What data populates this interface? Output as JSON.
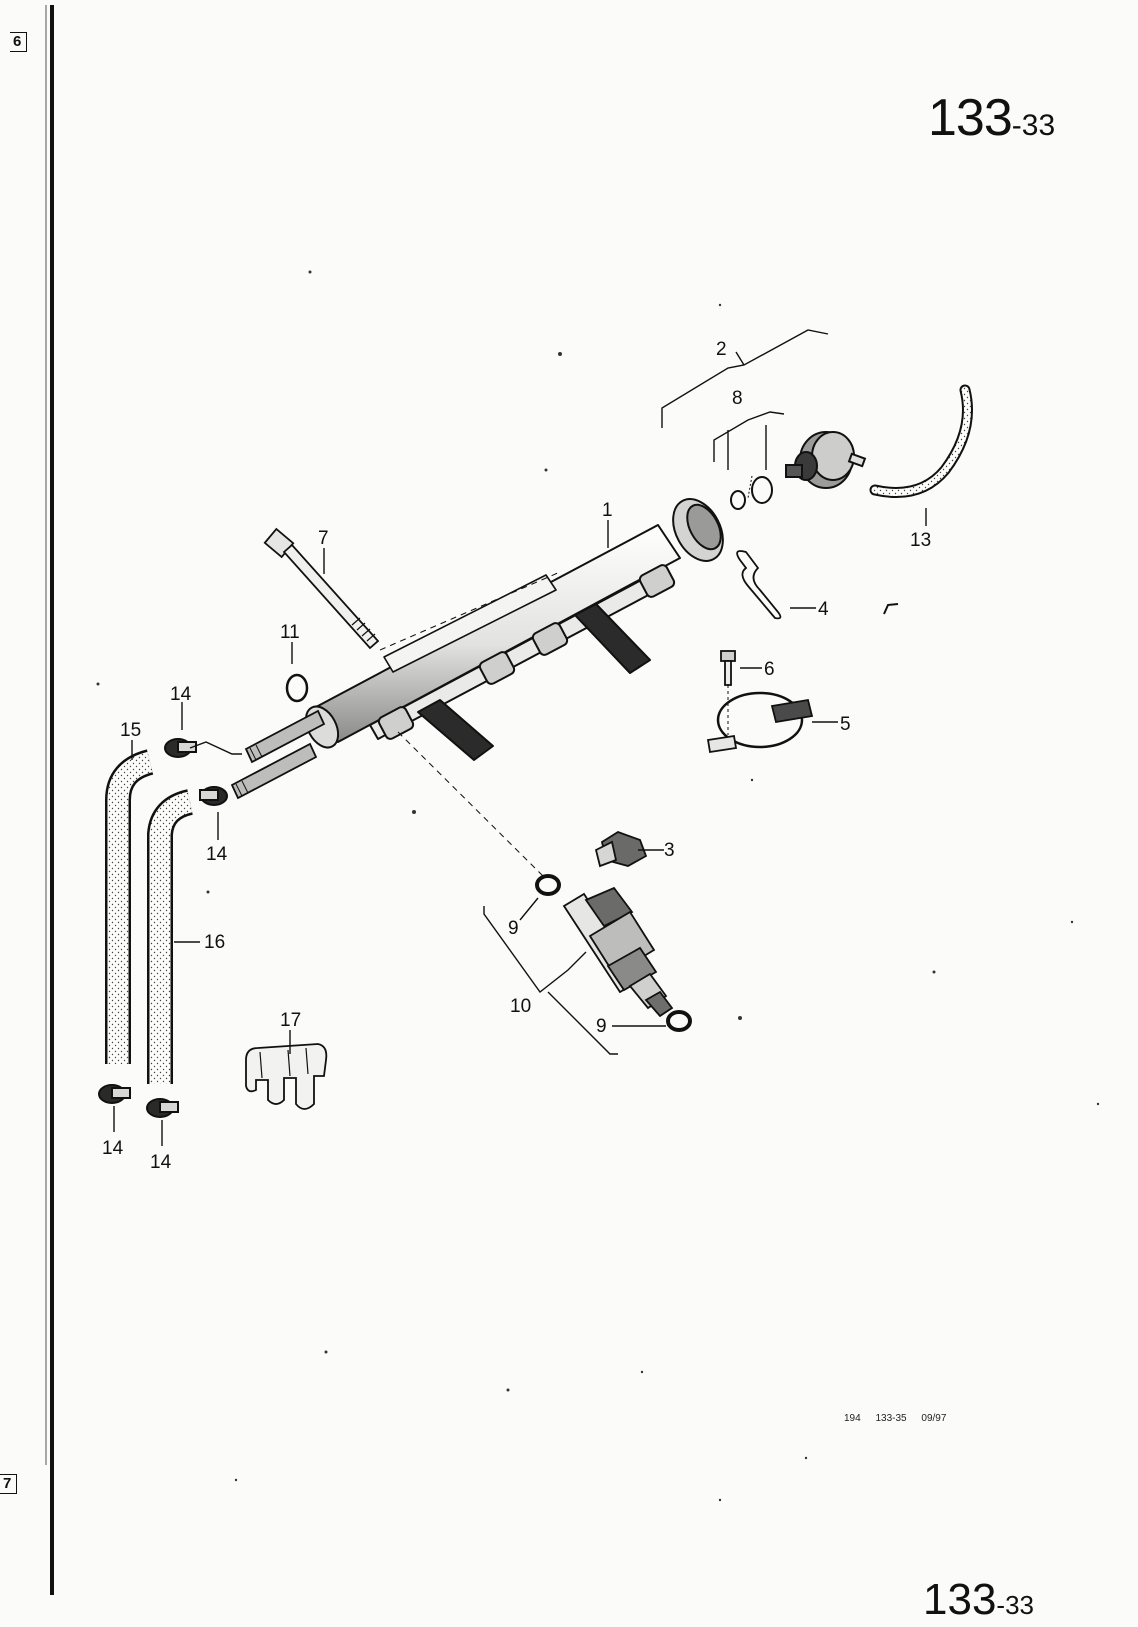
{
  "page": {
    "title_main": "133",
    "title_sub": "-33",
    "reference": "194 133-35 09/97",
    "margin_tab_top": "6",
    "margin_tab_bottom": "7",
    "bottom_title_main": "133",
    "bottom_title_sub": "-33"
  },
  "callouts": {
    "c1": "1",
    "c2": "2",
    "c3": "3",
    "c4": "4",
    "c5": "5",
    "c6": "6",
    "c7": "7",
    "c8": "8",
    "c9a": "9",
    "c9b": "9",
    "c10": "10",
    "c11": "11",
    "c13": "13",
    "c14a": "14",
    "c14b": "14",
    "c14c": "14",
    "c14d": "14",
    "c15": "15",
    "c16": "16",
    "c17": "17"
  }
}
